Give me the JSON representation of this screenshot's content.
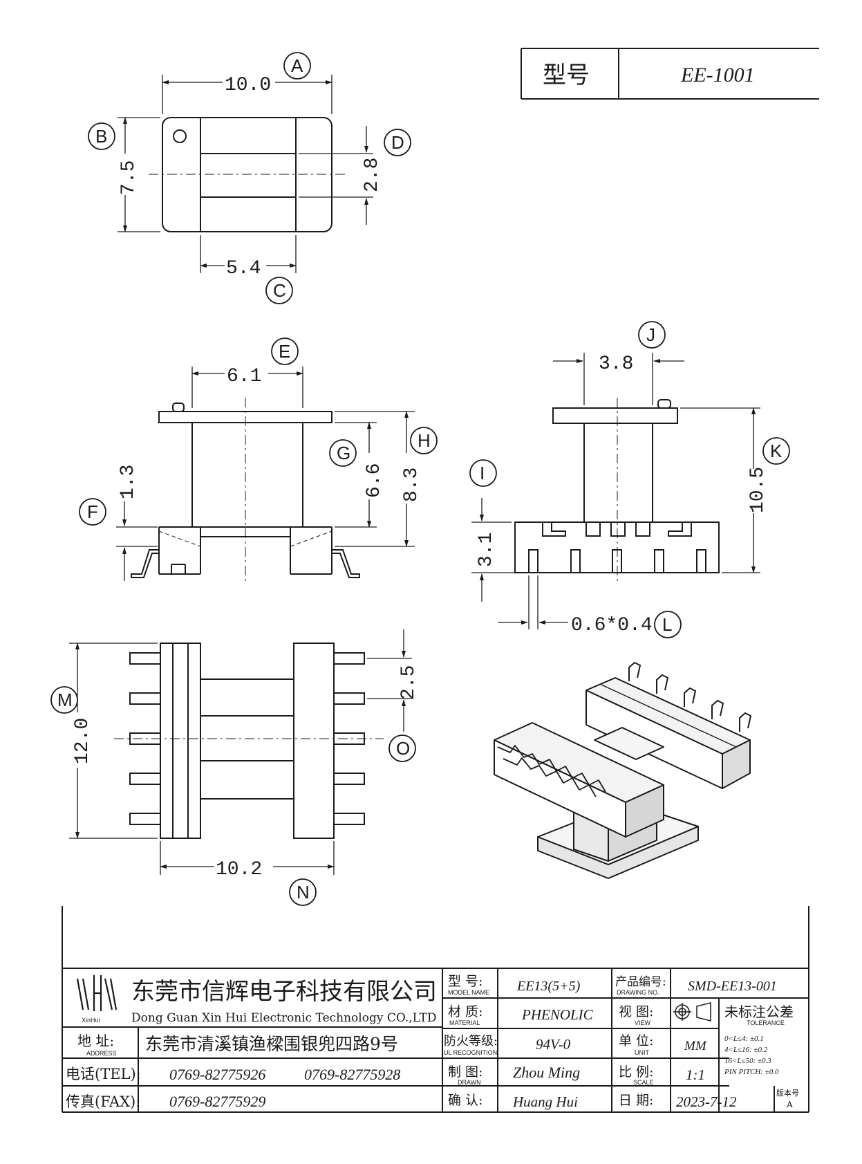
{
  "header": {
    "model_label": "型号",
    "model_value": "EE-1001"
  },
  "top_view": {
    "dim_A": {
      "value": "10.0",
      "label": "A"
    },
    "dim_B": {
      "value": "7.5",
      "label": "B"
    },
    "dim_C": {
      "value": "5.4",
      "label": "C"
    },
    "dim_D": {
      "value": "2.8",
      "label": "D"
    }
  },
  "front_view": {
    "dim_E": {
      "value": "6.1",
      "label": "E"
    },
    "dim_F": {
      "value": "1.3",
      "label": "F"
    },
    "dim_G": {
      "value": "6.6",
      "label": "G"
    },
    "dim_H": {
      "value": "8.3",
      "label": "H"
    }
  },
  "side_view": {
    "dim_I": {
      "value": "3.1",
      "label": "I"
    },
    "dim_J": {
      "value": "3.8",
      "label": "J"
    },
    "dim_K": {
      "value": "10.5",
      "label": "K"
    },
    "dim_L": {
      "value": "0.6*0.4",
      "label": "L"
    }
  },
  "bottom_view": {
    "dim_M": {
      "value": "12.0",
      "label": "M"
    },
    "dim_N": {
      "value": "10.2",
      "label": "N"
    },
    "dim_O": {
      "value": "2.5",
      "label": "O"
    }
  },
  "title_block": {
    "logo_text": "XinHui",
    "company_cn": "东莞市信辉电子科技有限公司",
    "company_en": "Dong Guan Xin Hui Electronic Technology CO.,LTD",
    "address_label": "地  址:",
    "address_label_en": "ADDRESS",
    "address": "东莞市清溪镇渔樑围银兜四路9号",
    "tel_label": "电话(TEL):",
    "tel_1": "0769-82775926",
    "tel_2": "0769-82775928",
    "fax_label": "传真(FAX):",
    "fax": "0769-82775929",
    "model_label": "型  号:",
    "model_label_en": "MODEL NAME",
    "model": "EE13(5+5)",
    "material_label": "材  质:",
    "material_label_en": "MATERIAL",
    "material": "PHENOLIC",
    "fire_label": "防火等级:",
    "fire_label_en": "UL RECOGNITION",
    "fire": "94V-0",
    "drawn_label": "制  图:",
    "drawn_label_en": "DRAWN",
    "drawn": "Zhou Ming",
    "check_label": "确  认:",
    "check": "Huang Hui",
    "dwg_label": "产品编号:",
    "dwg_label_en": "DRAWING NO.",
    "dwg": "SMD-EE13-001",
    "view_label": "视  图:",
    "view_label_en": "VIEW",
    "unit_label": "单  位:",
    "unit_label_en": "UNIT",
    "unit": "MM",
    "scale_label": "比  例:",
    "scale_label_en": "SCALE",
    "scale": "1:1",
    "date_label": "日  期:",
    "date": "2023-7-12",
    "tol_title": "未标注公差",
    "tol_title_en": "TOLERANCE",
    "tol_1": "0<L≤4:  ±0.1",
    "tol_2": "4<L≤16:  ±0.2",
    "tol_3": "16<L≤50:  ±0.3",
    "tol_4": "PIN PITCH:  ±0.0",
    "rev_label": "版本号",
    "rev": "A"
  }
}
